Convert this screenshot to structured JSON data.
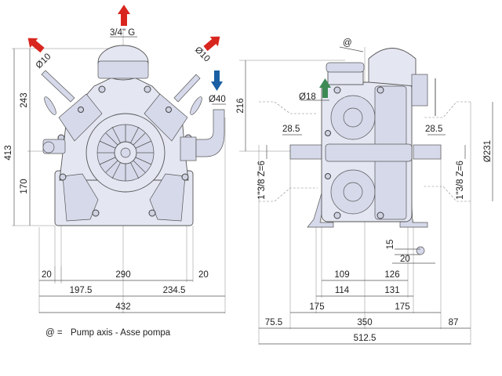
{
  "colors": {
    "outlet_arrow": "#d8261f",
    "inlet_arrow": "#1a5fa3",
    "return_arrow": "#3d8a55"
  },
  "front_view": {
    "outlet_thread": "3/4\" G",
    "left_port": "Ø10",
    "right_port": "Ø10",
    "inlet": "Ø40",
    "height_total": "413",
    "height_upper": "243",
    "height_lower": "170",
    "base_left": "20",
    "base_mid": "290",
    "base_right": "20",
    "width_left": "197.5",
    "width_right": "234.5",
    "width_total": "432"
  },
  "side_view": {
    "axis_marker": "@",
    "height": "216",
    "return_port": "Ø18",
    "shaft_left": "28.5",
    "shaft_right": "28.5",
    "shaft_spec_left": "1\"3/8 Z=6",
    "shaft_spec_right": "1\"3/8 Z=6",
    "flange_diameter": "Ø231",
    "slot_height": "15",
    "slot_width": "20",
    "foot_left_inner": "109",
    "foot_right_inner": "126",
    "foot_left_outer": "114",
    "foot_right_outer": "131",
    "half_left": "175",
    "half_right": "175",
    "overhang_left": "75.5",
    "span": "350",
    "overhang_right": "87",
    "total_length": "512.5"
  },
  "legend": {
    "symbol": "@ =",
    "text": "Pump axis - Asse pompa"
  }
}
